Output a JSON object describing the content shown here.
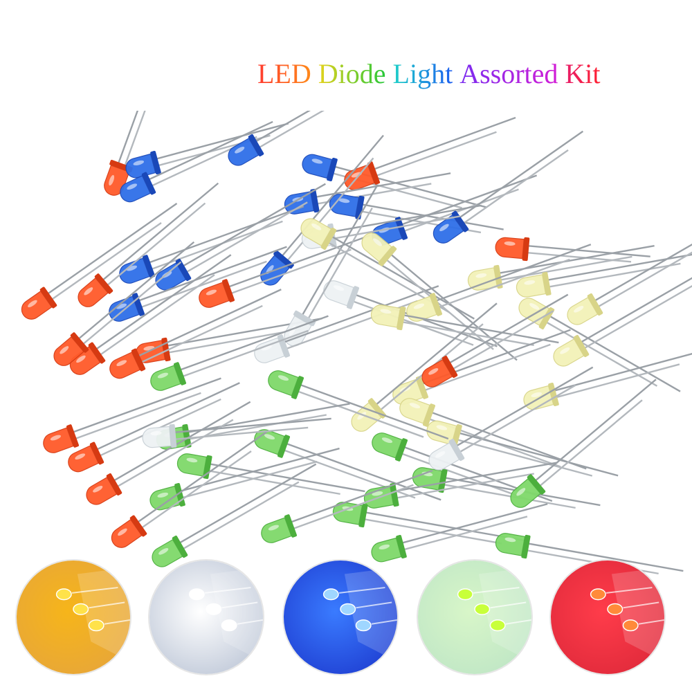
{
  "title": {
    "words": [
      {
        "text": "LED",
        "colors": [
          "#ff3b2f",
          "#ff8a1a"
        ]
      },
      {
        "text": "Diode",
        "colors": [
          "#e5d21c",
          "#25c83a"
        ]
      },
      {
        "text": "Light",
        "colors": [
          "#1fd0c8",
          "#1d5ff0"
        ]
      },
      {
        "text": "Assorted",
        "colors": [
          "#7a2cf0",
          "#d21ed6"
        ]
      },
      {
        "text": "Kit",
        "colors": [
          "#e81f6a",
          "#ff2030"
        ]
      }
    ]
  },
  "led_colors": [
    {
      "name": "red",
      "body": "#ff5a2a",
      "shade": "#d63a12"
    },
    {
      "name": "blue",
      "body": "#2f6fe8",
      "shade": "#1a48b8"
    },
    {
      "name": "white",
      "body": "#eef2f4",
      "shade": "#c8d0d6"
    },
    {
      "name": "yellow",
      "body": "#f3f2b8",
      "shade": "#d8d488"
    },
    {
      "name": "green",
      "body": "#7fd96a",
      "shade": "#4caf3d"
    }
  ],
  "swatches": [
    {
      "name": "yellow",
      "glow": "#f6b51a",
      "bg": "#e7a63a",
      "dot": "#ffe24a"
    },
    {
      "name": "white",
      "glow": "#ffffff",
      "bg": "#bfc8d8",
      "dot": "#ffffff"
    },
    {
      "name": "blue",
      "glow": "#3a7bff",
      "bg": "#1f3fd2",
      "dot": "#9fd6ff"
    },
    {
      "name": "green",
      "glow": "#d8f6c8",
      "bg": "#bfe6c6",
      "dot": "#c8ff3a"
    },
    {
      "name": "red",
      "glow": "#ff3c4a",
      "bg": "#e02a3b",
      "dot": "#ff8a3a"
    }
  ]
}
